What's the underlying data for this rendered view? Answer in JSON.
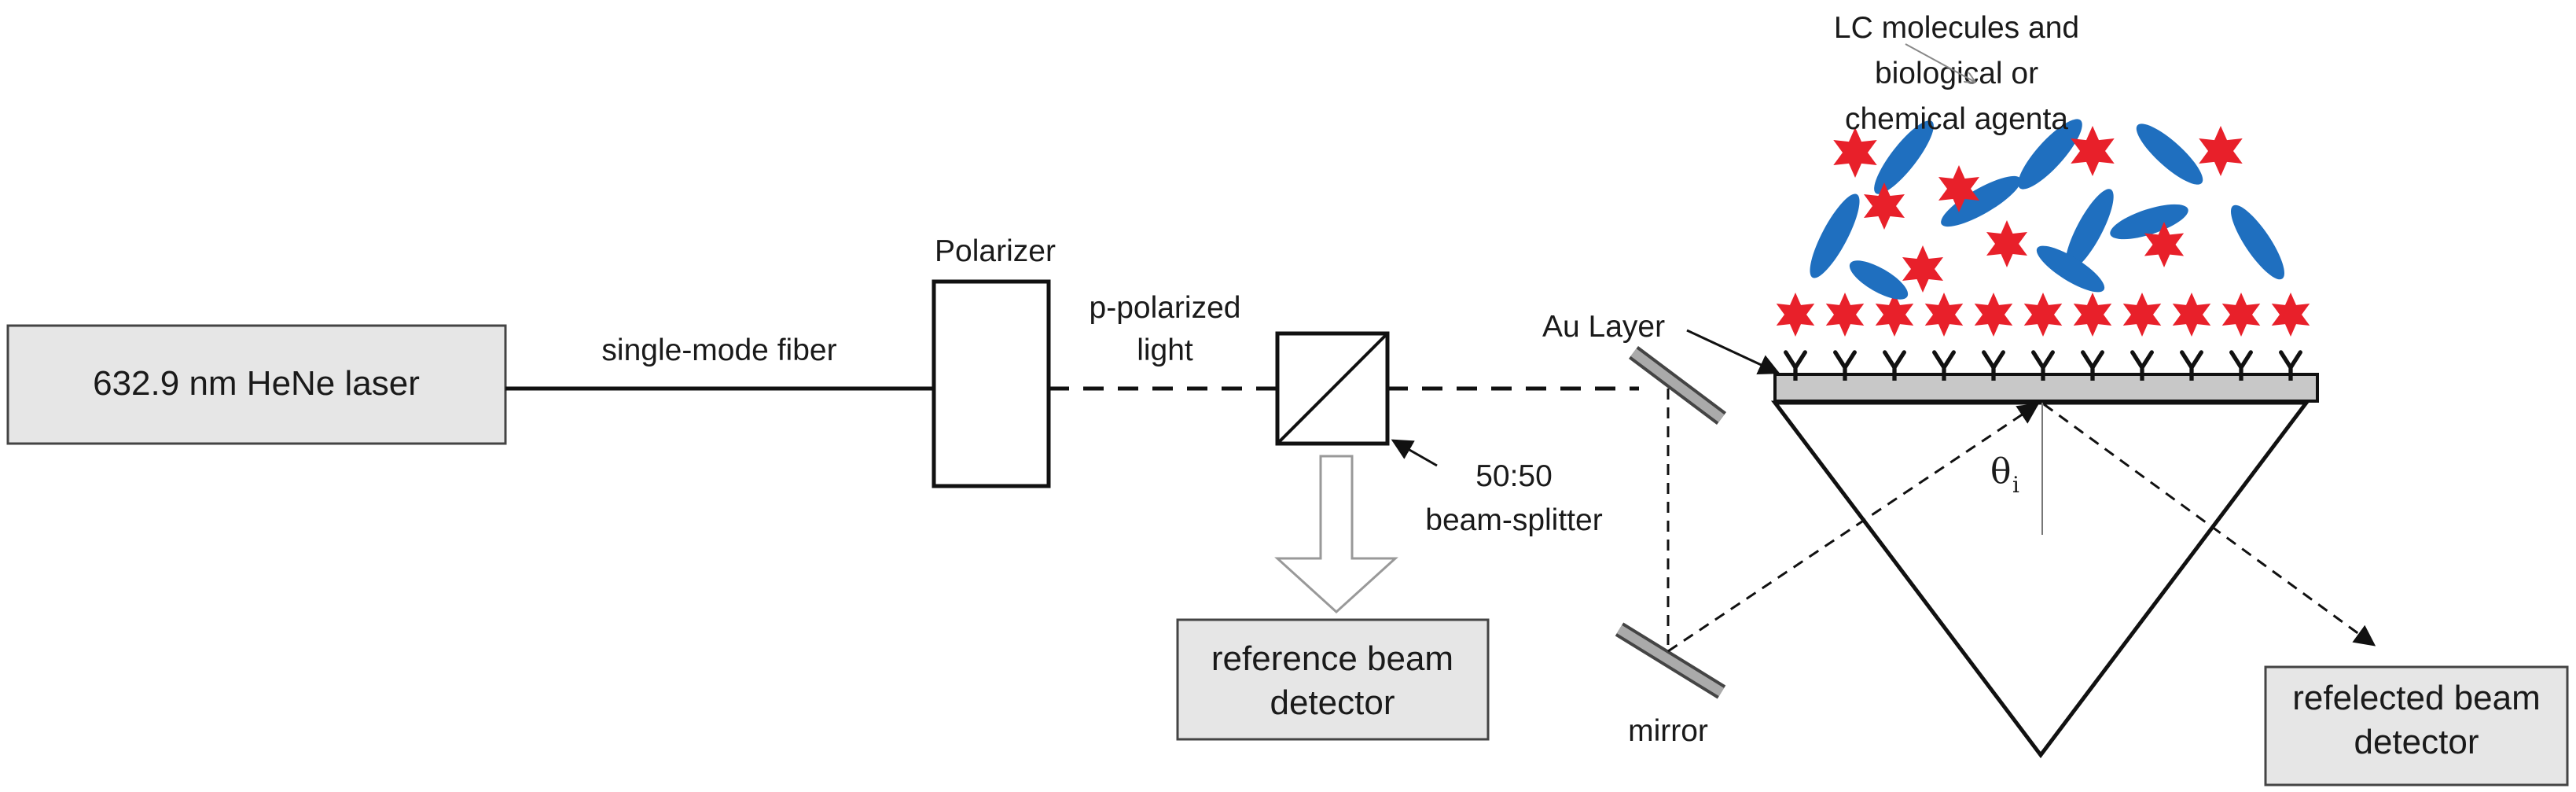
{
  "laser_label": "632.9 nm HeNe laser",
  "fiber_label": "single-mode fiber",
  "polarizer_label": "Polarizer",
  "light_label": [
    "p-polarized",
    "light"
  ],
  "splitter_label": [
    "50:50",
    "beam-splitter"
  ],
  "reference_detector_label": [
    "reference beam",
    "detector"
  ],
  "mirror_label": "mirror",
  "au_layer_label": "Au Layer",
  "angle_label": {
    "symbol": "θ",
    "subscript": "i"
  },
  "reflected_detector_label": [
    "refelected beam",
    "detector"
  ],
  "molecules_label": [
    "LC molecules and",
    "biological or",
    "chemical agenta"
  ],
  "colors": {
    "box_fill": "#e6e6e6",
    "lc_molecule": "#1f6fbf",
    "agent_star": "#e8202a",
    "au_layer": "#c8c8c8"
  }
}
